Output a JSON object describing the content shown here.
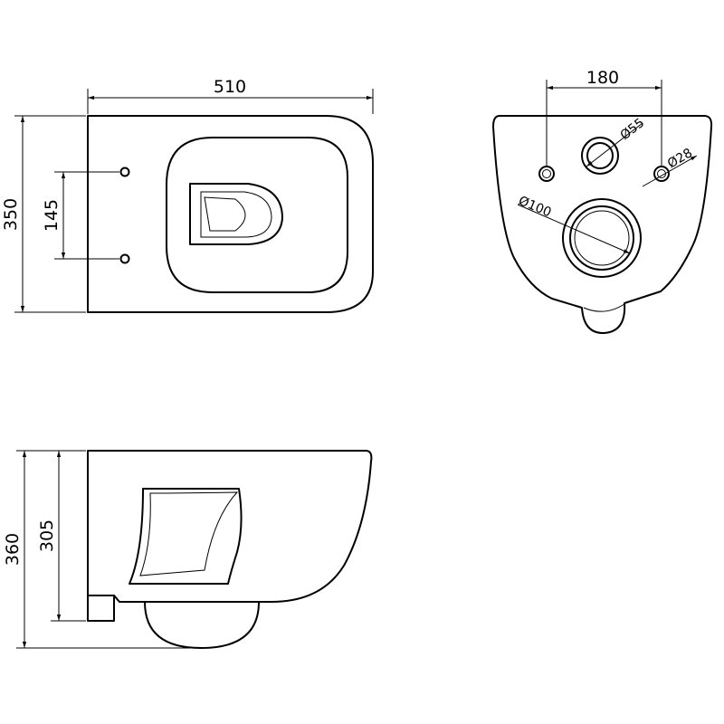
{
  "drawing": {
    "line_color": "#000000",
    "background": "#ffffff",
    "top_view": {
      "width_label": "510",
      "depth_label": "350",
      "bolt_spacing_label": "145"
    },
    "rear_view": {
      "bolt_spacing_label": "180",
      "inlet_diameter_label": "Ø55",
      "bolt_hole_diameter_label": "Ø28",
      "outlet_diameter_label": "Ø100"
    },
    "side_view": {
      "height_label": "360",
      "rim_height_label": "305"
    }
  }
}
